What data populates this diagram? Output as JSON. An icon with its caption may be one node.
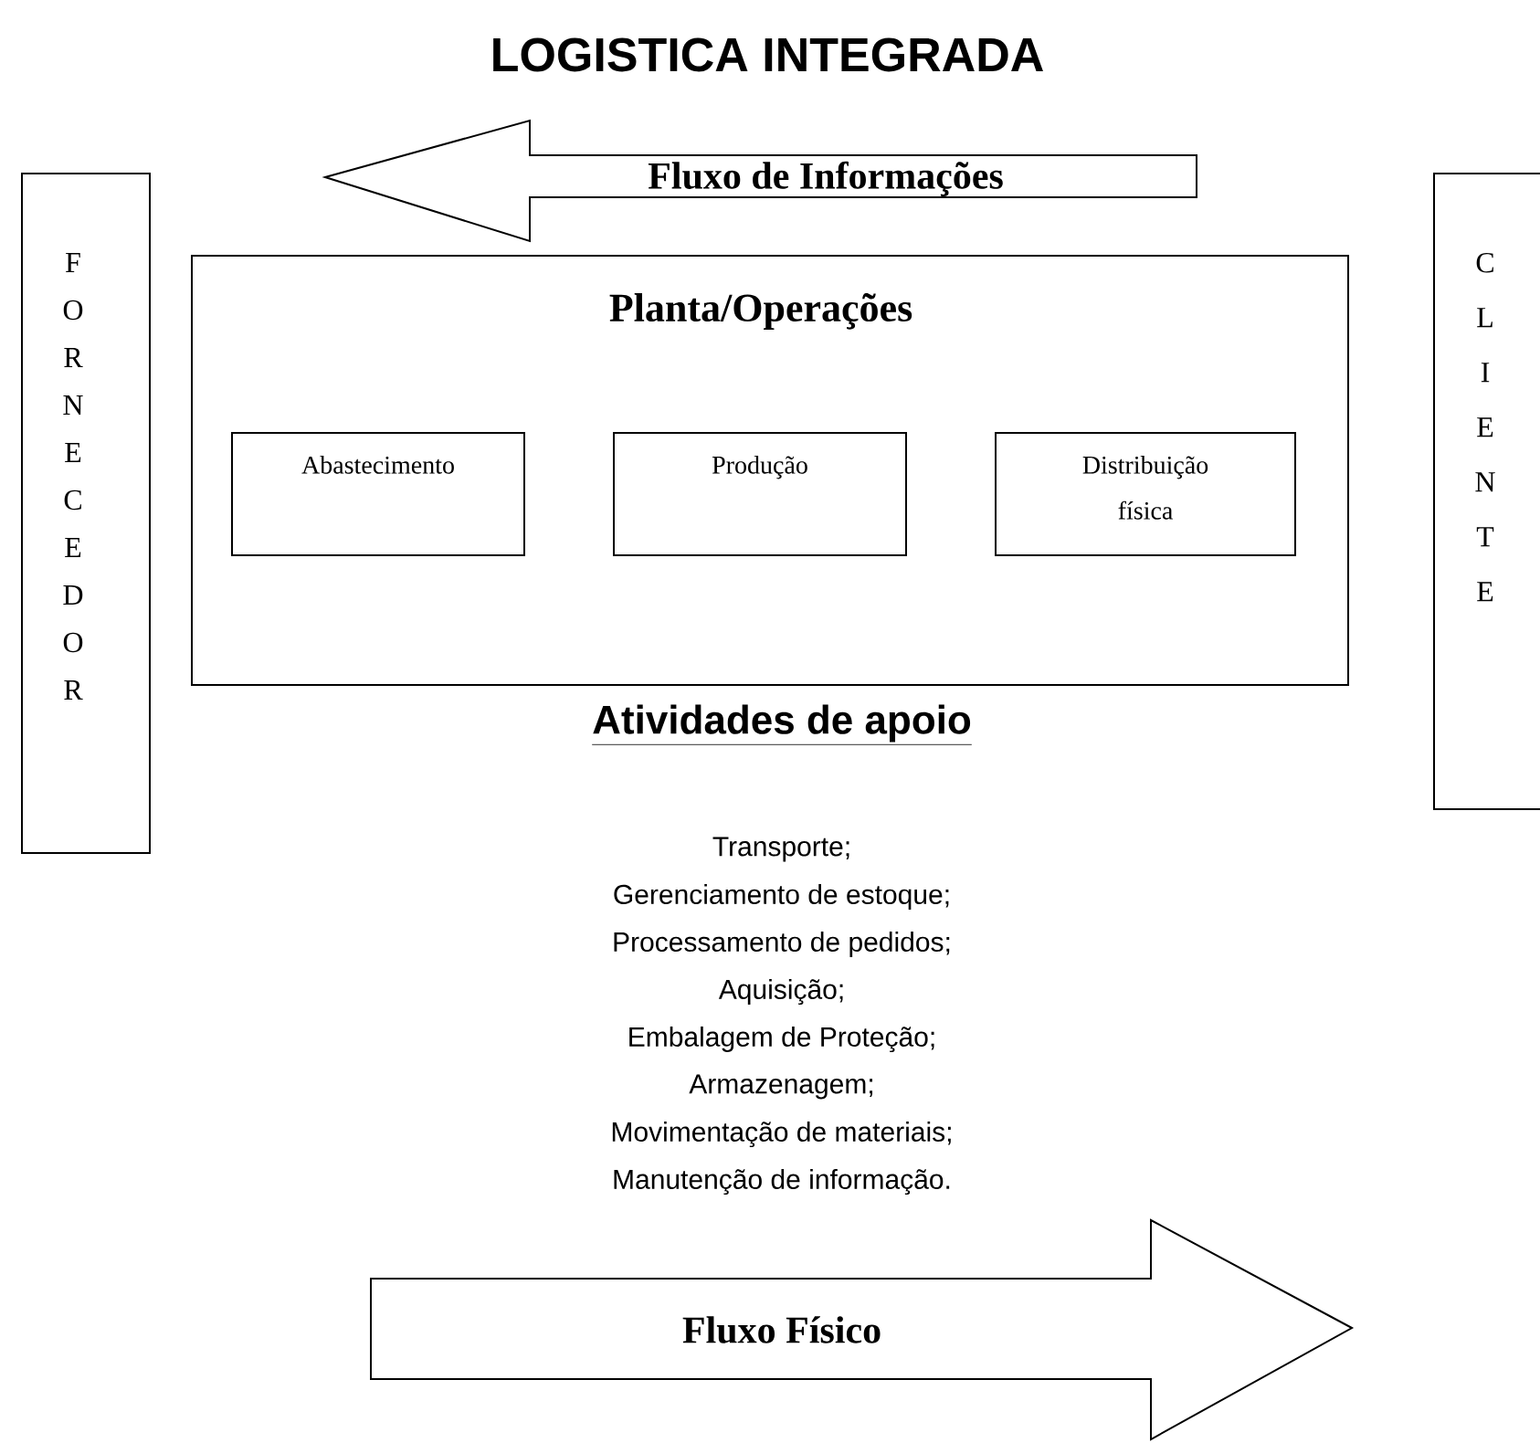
{
  "diagram": {
    "title": "LOGISTICA INTEGRADA",
    "nodes": [
      {
        "text": [
          "F O R N E C E D O R"
        ]
      },
      {
        "text": [
          "Fluxo de Informações"
        ]
      },
      {
        "text": [
          "Planta/Operações"
        ]
      },
      {
        "text": [
          "Abastecimento"
        ],
        "in": 2
      },
      {
        "text": [
          "Produção"
        ],
        "in": 2
      },
      {
        "text": [
          "Distribuição física"
        ],
        "in": 2
      },
      {
        "text": [
          "C L I E N T E"
        ]
      },
      {
        "text": [
          "Fluxo Físico"
        ]
      }
    ],
    "edges": [],
    "labels": [
      "Atividades de apoio",
      "Transporte;",
      "Gerenciamento de estoque;",
      "Processamento de pedidos;",
      "Aquisição;",
      "Embalagem de Proteção;",
      "Armazenagem;",
      "Movimentação de materiais;",
      "Manutenção de informação."
    ]
  }
}
